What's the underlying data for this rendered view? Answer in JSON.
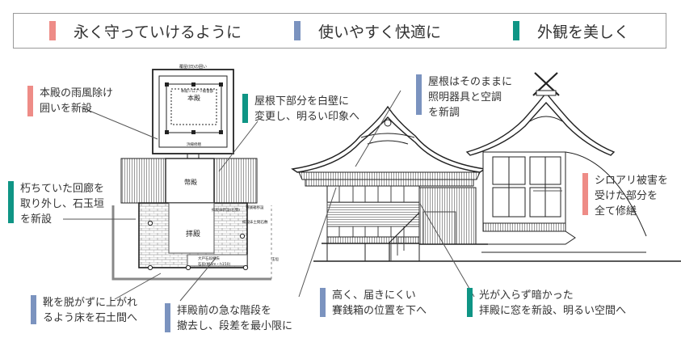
{
  "colors": {
    "red": "#ee8c87",
    "blue": "#7b93bf",
    "teal": "#0f9585"
  },
  "legend": [
    {
      "label": "永く守っていけるように",
      "color": "red"
    },
    {
      "label": "使いやすく快適に",
      "color": "blue"
    },
    {
      "label": "外観を美しく",
      "color": "teal"
    }
  ],
  "plan_labels": {
    "honden_top": "覆屋(旧)の囲い",
    "honden": "本殿",
    "honden_inner": "本殿シロアリ被害部",
    "honden_bottom": "浜縁修繕",
    "heiden": "幣殿",
    "haiden": "拝殿",
    "haiden_note": "拝殿床新設(石張)",
    "step_note": "拝殿床土間石敷",
    "right_note": "賽銭箱移設",
    "bottom_note1": "大戸石段撤去",
    "bottom_note2": "石段(幅3m・h150)",
    "right_edge": "玉垣"
  },
  "notes": {
    "n1": {
      "lines": [
        "本殿の雨風除け",
        "囲いを新設"
      ],
      "color": "red"
    },
    "n2": {
      "lines": [
        "朽ちていた回廊を",
        "取り外し、石玉垣",
        "を新設"
      ],
      "color": "teal"
    },
    "n3": {
      "lines": [
        "靴を脱がずに上がれ",
        "るよう床を石土間へ"
      ],
      "color": "blue"
    },
    "n4": {
      "lines": [
        "拝殿前の急な階段を",
        "撤去し、段差を最小限に"
      ],
      "color": "blue"
    },
    "n5": {
      "lines": [
        "屋根下部分を白壁に",
        "変更し、明るい印象へ"
      ],
      "color": "teal"
    },
    "n6": {
      "lines": [
        "屋根はそのままに",
        "照明器具と空調",
        "を新調"
      ],
      "color": "blue"
    },
    "n7": {
      "lines": [
        "シロアリ被害を",
        "受けた部分を",
        "全て修繕"
      ],
      "color": "red"
    },
    "n8": {
      "lines": [
        "高く、届きにくい",
        "賽銭箱の位置を下へ"
      ],
      "color": "blue"
    },
    "n9": {
      "lines": [
        "光が入らず暗かった",
        "拝殿に窓を新設、明るい空間へ"
      ],
      "color": "teal"
    }
  }
}
